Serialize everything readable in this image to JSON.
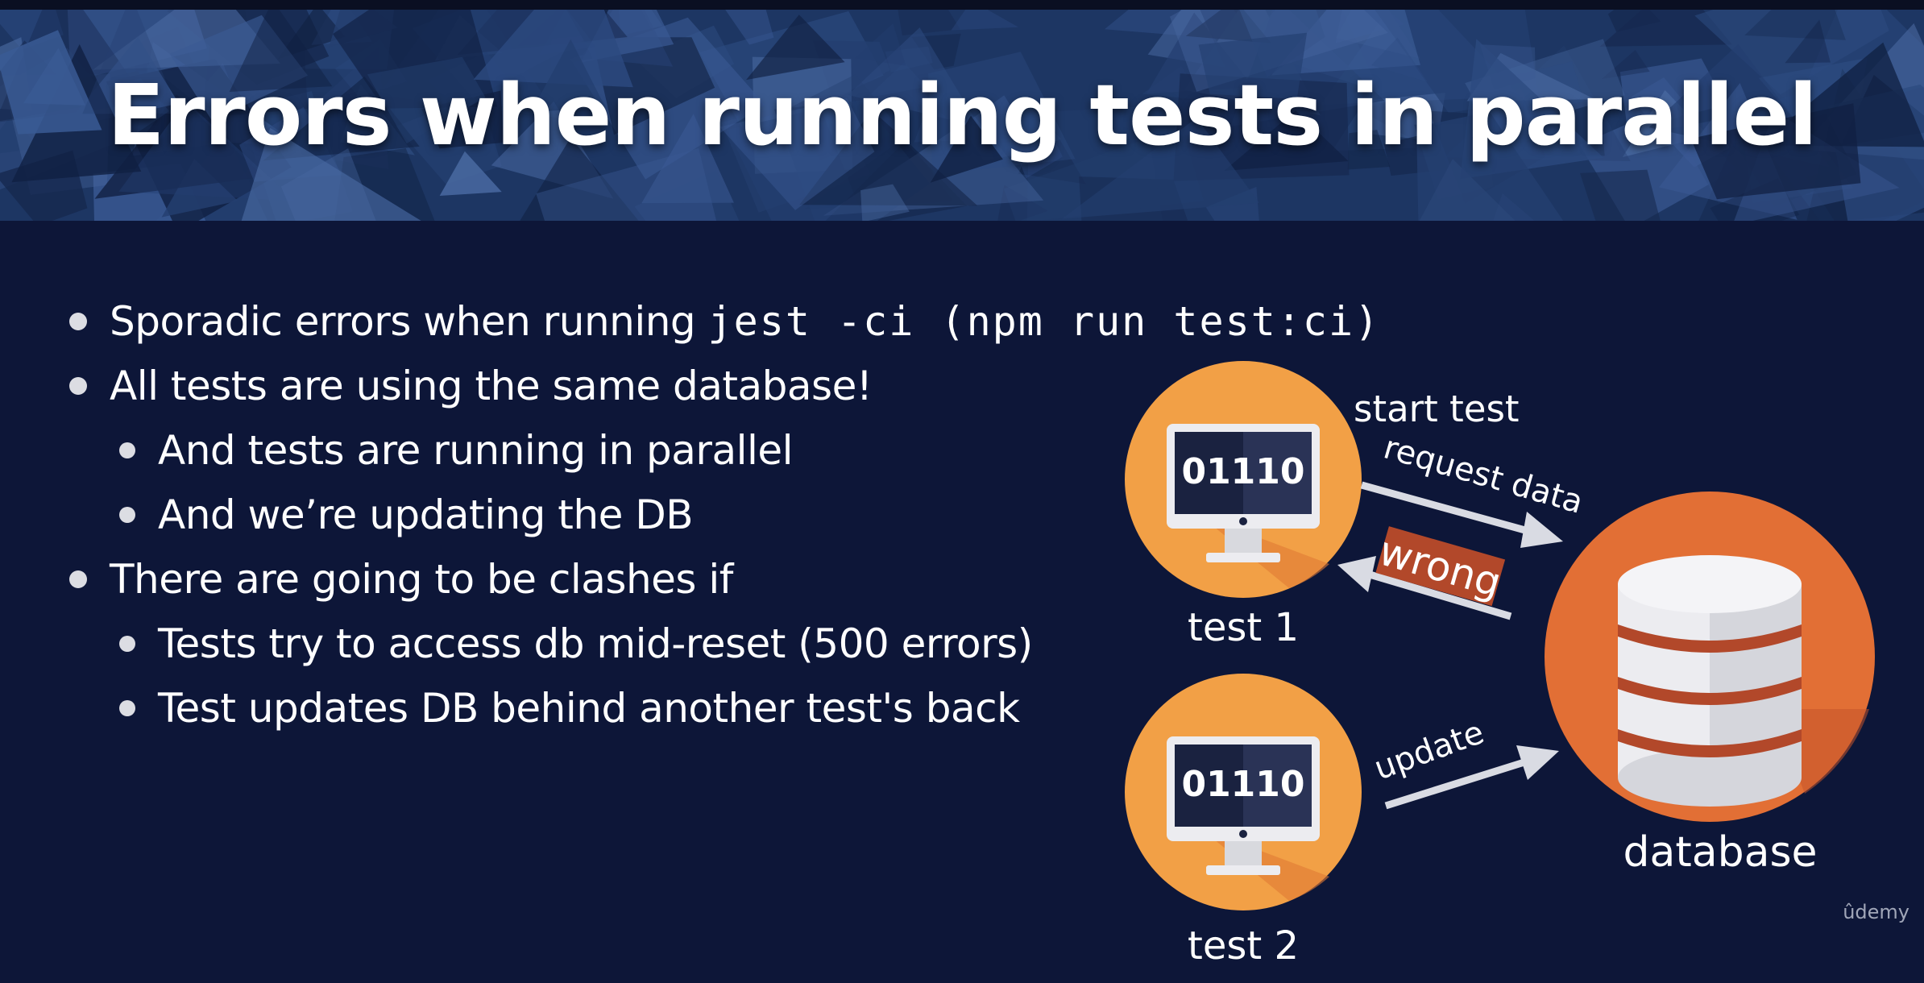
{
  "slide": {
    "title": "Errors when running tests in parallel"
  },
  "bullets": [
    {
      "level": 1,
      "text": "Sporadic errors when running ",
      "code": "jest -ci",
      "text2": " (npm run test:ci)"
    },
    {
      "level": 1,
      "text": "All tests are using the same database!"
    },
    {
      "level": 2,
      "text": "And tests are running in parallel"
    },
    {
      "level": 2,
      "text": "And we’re updating the DB"
    },
    {
      "level": 1,
      "text": "There are going to be clashes if"
    },
    {
      "level": 2,
      "text": "Tests try to access db mid-reset (500 errors)"
    },
    {
      "level": 2,
      "text": "Test updates DB behind another test's back"
    }
  ],
  "diagram": {
    "test1": {
      "screen": "01110",
      "label": "test 1"
    },
    "test2": {
      "screen": "01110",
      "label": "test 2"
    },
    "database": {
      "label": "database"
    },
    "arrows": {
      "start_test": "start test",
      "request_data": "request data",
      "wrong": "wrong",
      "update": "update"
    }
  },
  "watermark": "ûdemy",
  "colors": {
    "background": "#0d1638",
    "banner": "#1c3563",
    "orange_circle": "#f2a046",
    "db_circle": "#e26f35",
    "wrong_box": "#b2482a",
    "arrow": "#d9dbe3"
  }
}
